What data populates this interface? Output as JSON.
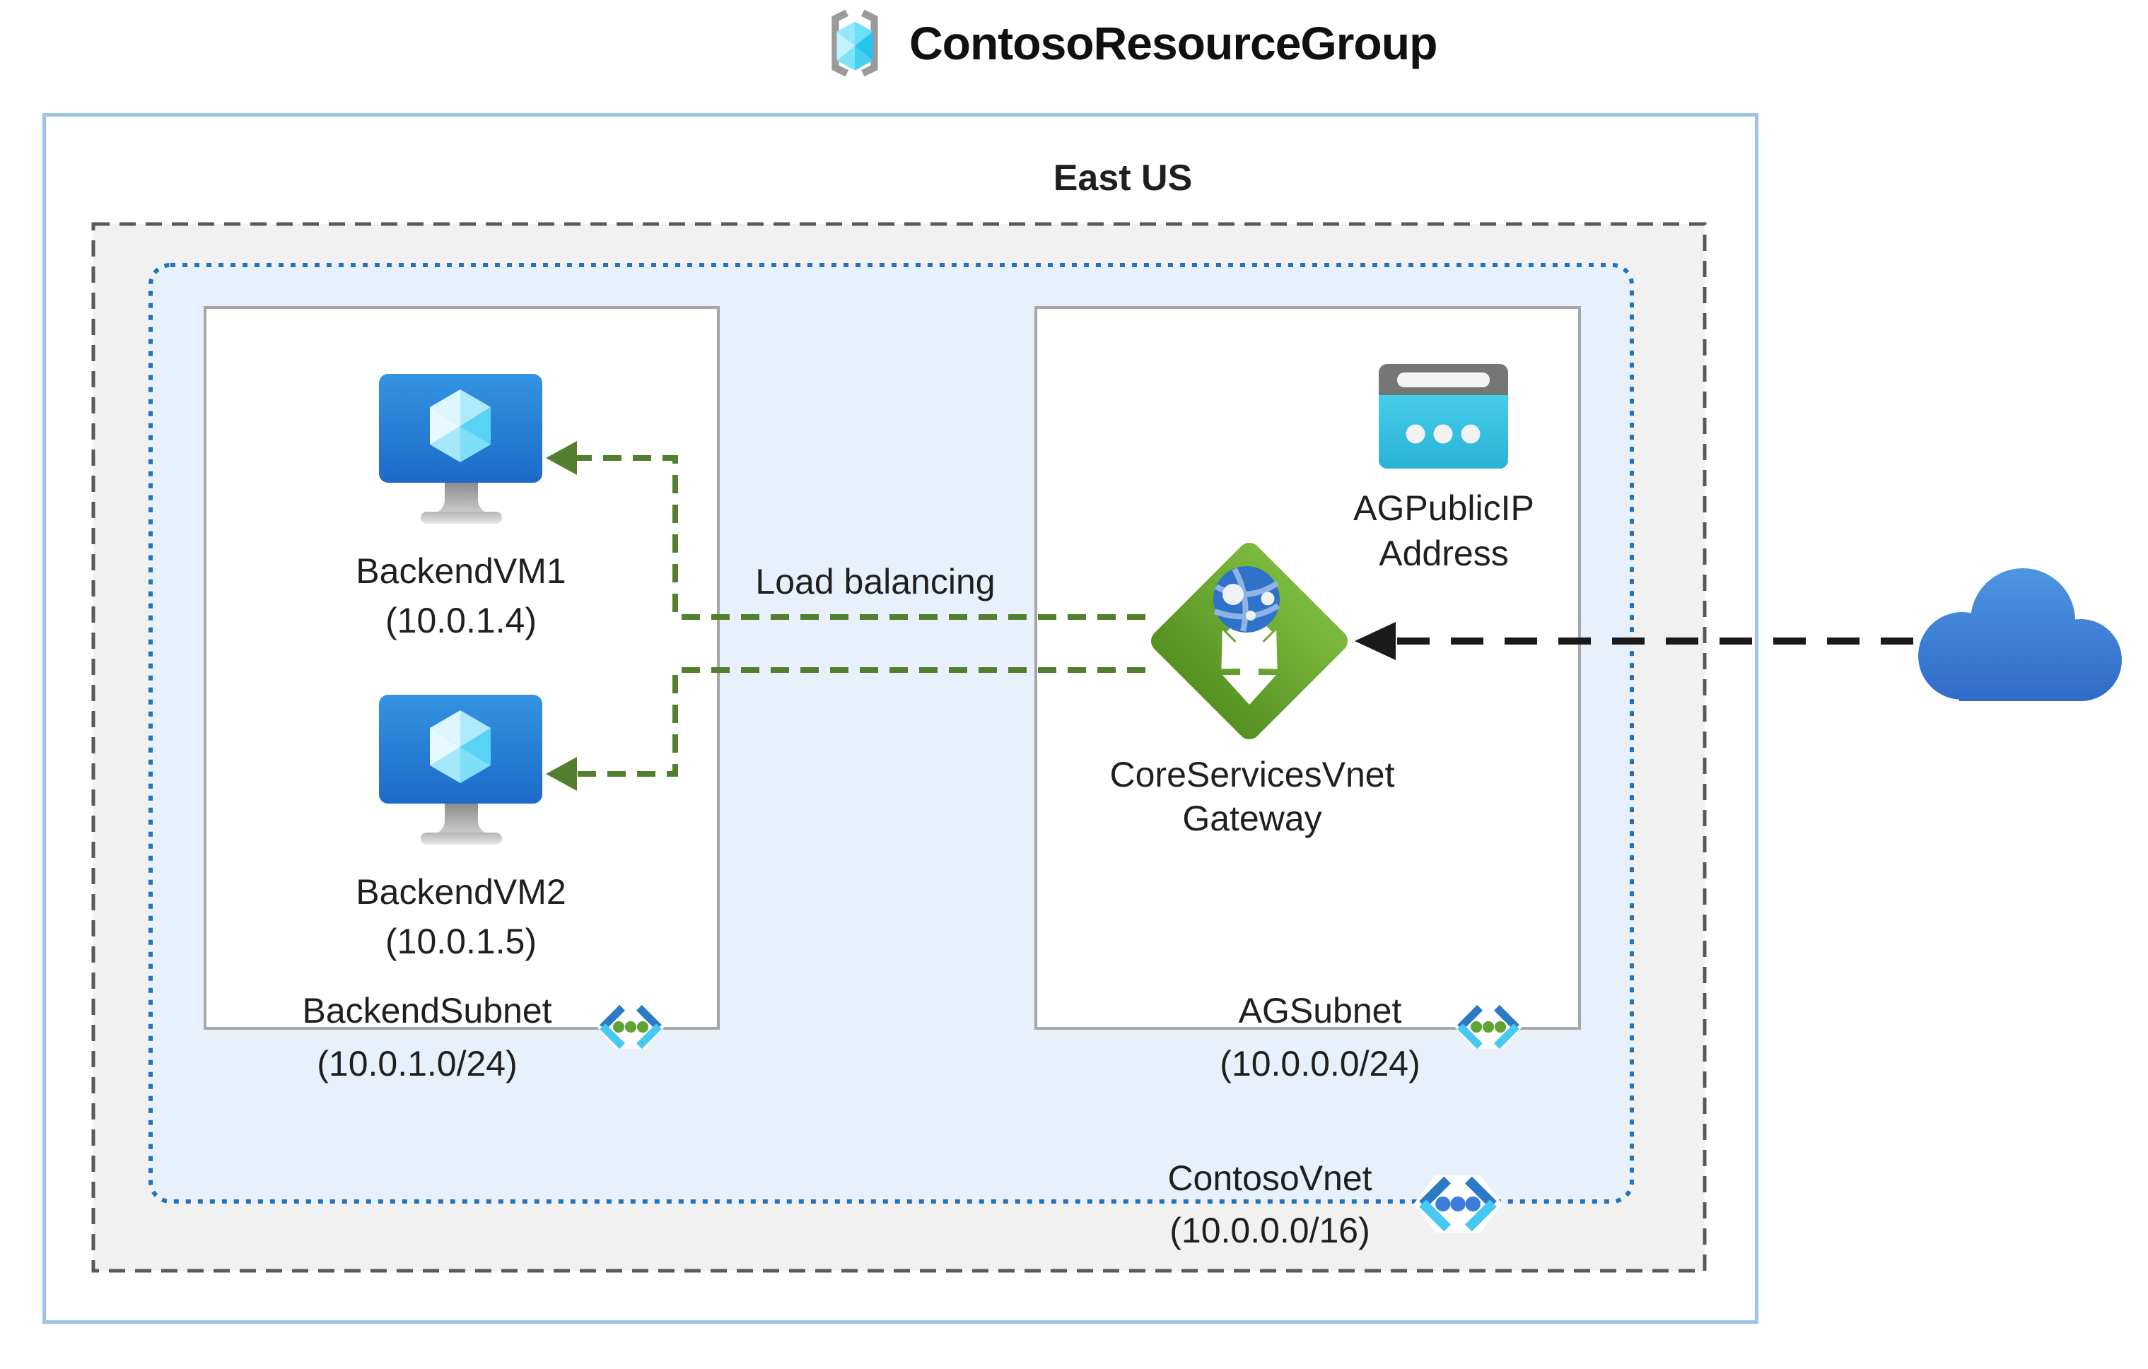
{
  "title": "ContosoResourceGroup",
  "region": "East US",
  "flow_label": "Load balancing",
  "vnet": {
    "name": "ContosoVnet",
    "cidr": "(10.0.0.0/16)"
  },
  "subnets": [
    {
      "name": "BackendSubnet",
      "cidr": "(10.0.1.0/24)"
    },
    {
      "name": "AGSubnet",
      "cidr": "(10.0.0.0/24)"
    }
  ],
  "vms": [
    {
      "name": "BackendVM1",
      "ip": "(10.0.1.4)"
    },
    {
      "name": "BackendVM2",
      "ip": "(10.0.1.5)"
    }
  ],
  "public_ip": {
    "line1": "AGPublicIP",
    "line2": "Address"
  },
  "gateway": {
    "line1": "CoreServicesVnet",
    "line2": "Gateway"
  },
  "icons": {
    "resource_group": "gray-brackets-with-cyan-cube",
    "virtual_machine": "blue-monitor-with-cube",
    "public_ip": "browser-window-with-dots",
    "application_gateway": "green-diamond-arrows-globe",
    "subnet": "angle-brackets-green-dots",
    "virtual_network": "angle-brackets-blue-dots",
    "internet": "blue-cloud"
  },
  "colors": {
    "outer-border": "#9dc3e6",
    "region-fill": "#f1f1f1",
    "dash-border": "#595959",
    "vnet-fill": "#e8f1fb",
    "dot-border": "#2273ba",
    "box-border": "#a6a6a6",
    "box-fill": "#ffffff",
    "green": "#527f2d",
    "arrow-black": "#1a1a1a",
    "ink": "#1f1f1f"
  }
}
